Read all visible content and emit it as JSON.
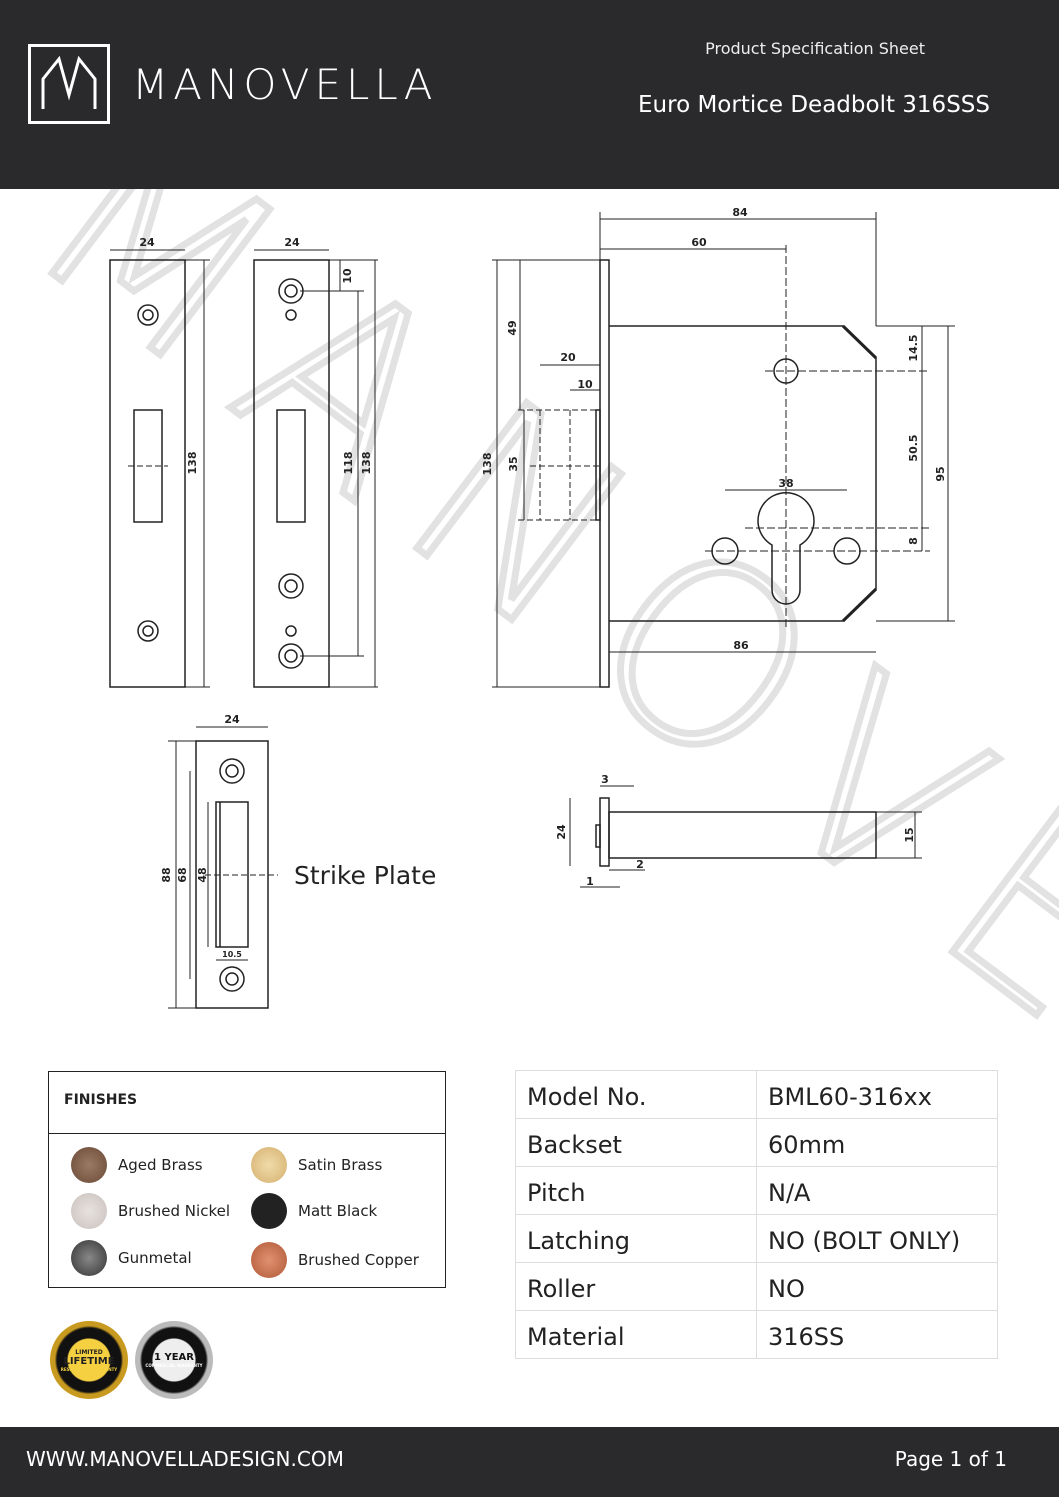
{
  "header": {
    "brand": "MANOVELLA",
    "subtitle": "Product Specification Sheet",
    "title": "Euro Mortice Deadbolt 316SSS"
  },
  "watermark": "MANOVELLA",
  "drawing": {
    "faceplate1": {
      "width": "24",
      "height": "138"
    },
    "faceplate2": {
      "width": "24",
      "top": "10",
      "pitch": "118",
      "height": "138"
    },
    "body": {
      "depth": "84",
      "backset": "60",
      "bolt_top": "49",
      "bolt_throw": "20",
      "bolt_inner": "10",
      "bolt_height": "35",
      "height": "138",
      "hole_top": "14.5",
      "centre": "50.5",
      "body_height": "95",
      "cyl_spacing": "38",
      "cyl_offset": "8",
      "length": "86"
    },
    "strike": {
      "label": "Strike Plate",
      "width": "24",
      "height": "88",
      "pitch": "68",
      "slot": "48",
      "slot_width": "10.5"
    },
    "side": {
      "plate": "3",
      "plate_height": "24",
      "bolt": "15",
      "gap": "2",
      "thickness": "1"
    }
  },
  "finishes": {
    "heading": "FINISHES",
    "items": [
      {
        "label": "Aged Brass",
        "color": "#7a5a44"
      },
      {
        "label": "Satin Brass",
        "color": "#e2c48a"
      },
      {
        "label": "Brushed Nickel",
        "color": "#d8d0cc"
      },
      {
        "label": "Matt Black",
        "color": "#222222"
      },
      {
        "label": "Gunmetal",
        "color": "#555555"
      },
      {
        "label": "Brushed Copper",
        "color": "#c86a48"
      }
    ]
  },
  "badges": [
    {
      "top": "LIMITED",
      "main": "LIFETIME",
      "bottom": "RESIDENTIAL WARRANTY"
    },
    {
      "top": "",
      "main": "1 YEAR",
      "bottom": "COMMERCIAL WARRANTY"
    }
  ],
  "specs": [
    [
      "Model No.",
      "BML60-316xx"
    ],
    [
      "Backset",
      "60mm"
    ],
    [
      "Pitch",
      "N/A"
    ],
    [
      "Latching",
      "NO (BOLT ONLY)"
    ],
    [
      "Roller",
      "NO"
    ],
    [
      "Material",
      "316SS"
    ]
  ],
  "footer": {
    "url": "WWW.MANOVELLADESIGN.COM",
    "page": "Page 1 of 1"
  }
}
